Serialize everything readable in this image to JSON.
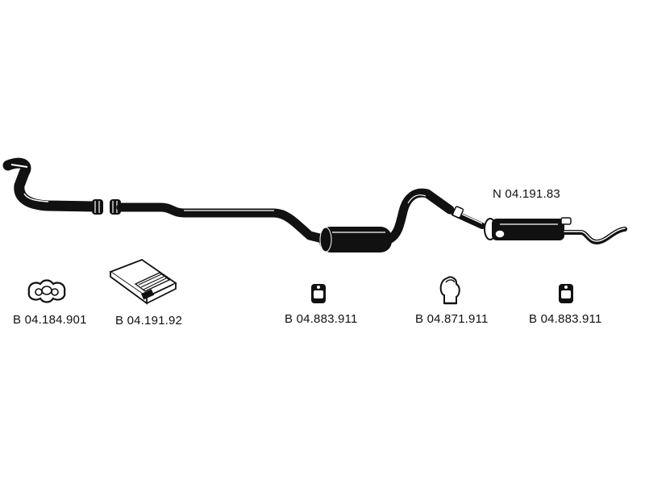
{
  "colors": {
    "ink": "#111111",
    "background": "#ffffff",
    "highlight": "#ffffff"
  },
  "parts": {
    "rear_silencer": {
      "code": "N 04.191.83"
    },
    "flange_gasket": {
      "code": "B 04.184.901"
    },
    "assembly_kit": {
      "code": "B 04.191.92"
    },
    "rubber_mount_1": {
      "code": "B 04.883.911"
    },
    "rubber_mount_2": {
      "code": "B 04.871.911"
    },
    "rubber_mount_3": {
      "code": "B 04.883.911"
    }
  }
}
